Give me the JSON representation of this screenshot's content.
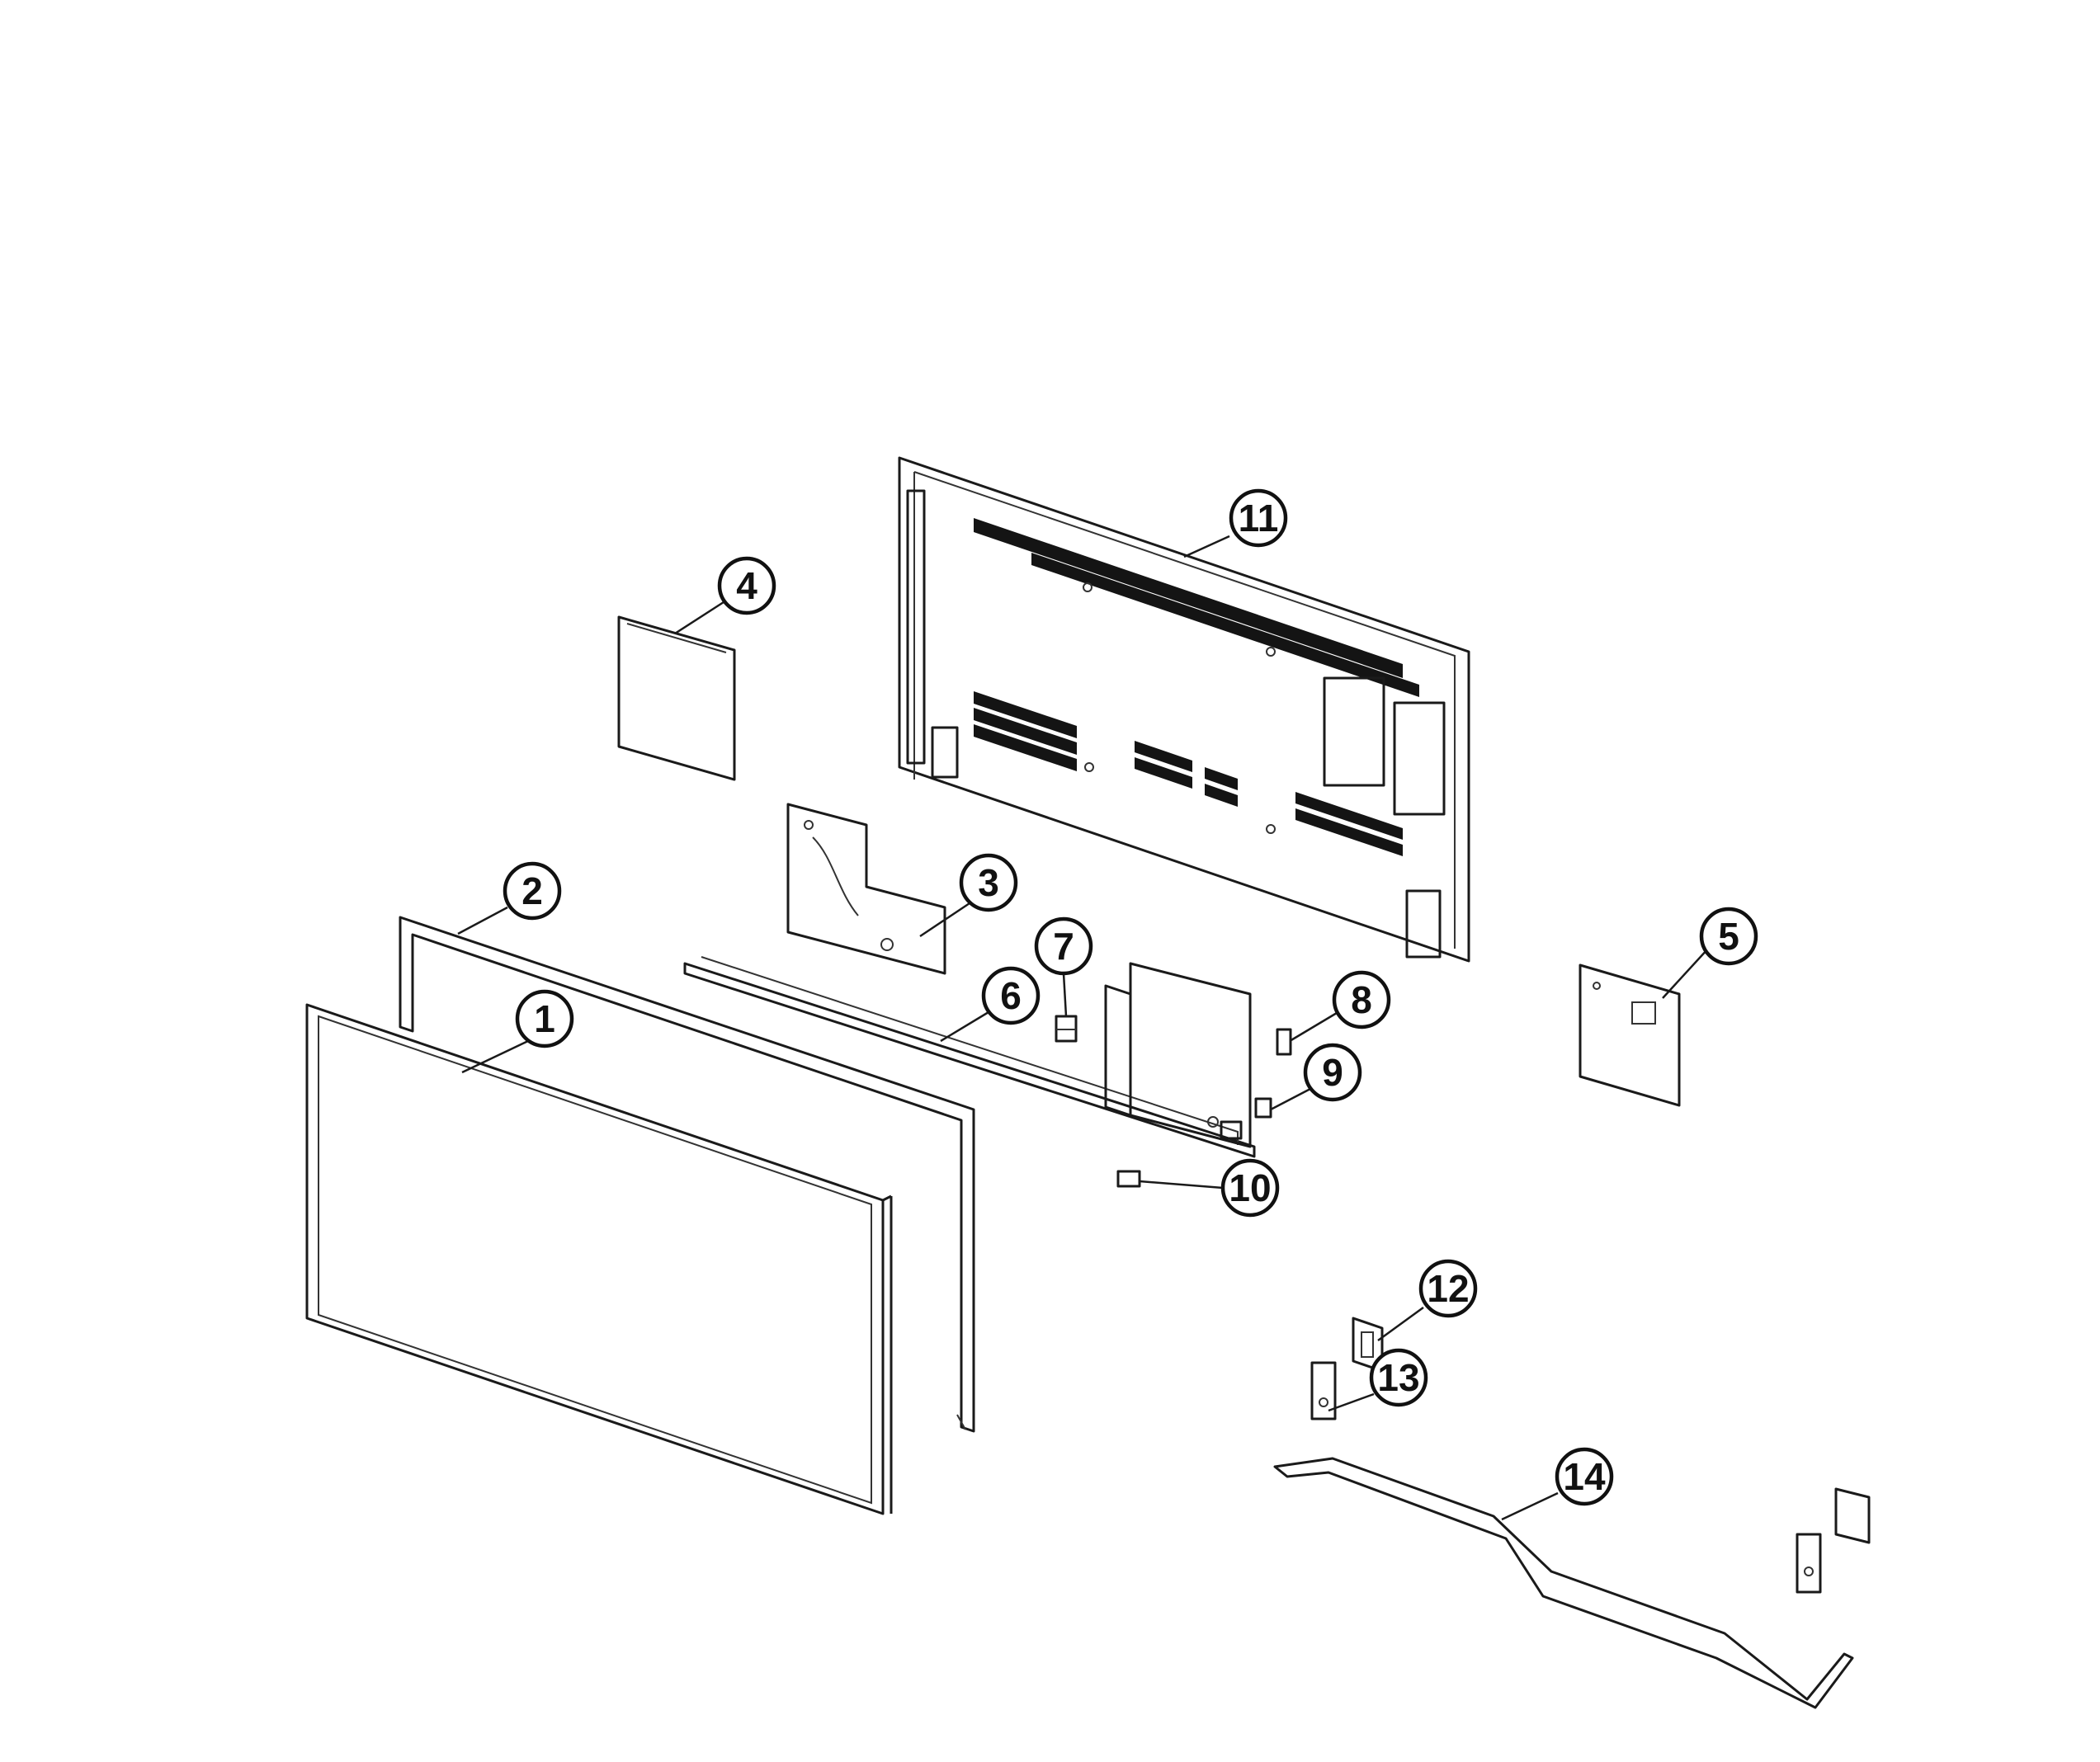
{
  "callouts": [
    {
      "label": "1",
      "part": "panel"
    },
    {
      "label": "2",
      "part": "middle-frame"
    },
    {
      "label": "3",
      "part": "board-3"
    },
    {
      "label": "4",
      "part": "board-4"
    },
    {
      "label": "5",
      "part": "board-5"
    },
    {
      "label": "6",
      "part": "bracket-rail"
    },
    {
      "label": "7",
      "part": "clip-7"
    },
    {
      "label": "8",
      "part": "clip-8"
    },
    {
      "label": "9",
      "part": "clip-9"
    },
    {
      "label": "10",
      "part": "clip-10"
    },
    {
      "label": "11",
      "part": "rear-cover"
    },
    {
      "label": "12",
      "part": "stand-bracket"
    },
    {
      "label": "13",
      "part": "stand-foot"
    },
    {
      "label": "14",
      "part": "stand-base"
    }
  ]
}
